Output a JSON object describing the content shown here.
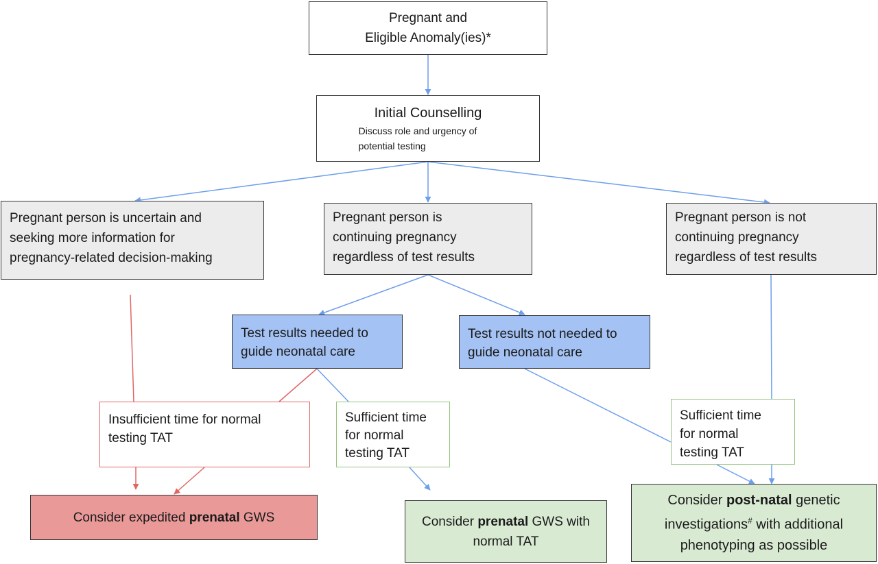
{
  "colors": {
    "blue_line": "#6d9eeb",
    "red_line": "#e06666",
    "grey_box": "#ececec",
    "blue_box": "#a4c2f4",
    "red_box": "#ea9999",
    "green_box": "#d9ead3",
    "green_border": "#93c47d"
  },
  "nodes": {
    "start": {
      "line1": "Pregnant and",
      "line2": "Eligible Anomaly(ies)*"
    },
    "counselling": {
      "title": "Initial Counselling",
      "sub1": "Discuss role and urgency of",
      "sub2": "potential testing"
    },
    "uncertain": {
      "line1": "Pregnant person is uncertain and",
      "line2": "seeking more information for",
      "line3": "pregnancy-related decision-making"
    },
    "continuing": {
      "line1": "Pregnant person is",
      "line2": "continuing pregnancy",
      "line3": "regardless of test results"
    },
    "not_continuing": {
      "line1": "Pregnant person is not",
      "line2": "continuing pregnancy",
      "line3": "regardless of test results"
    },
    "needed": {
      "line1": "Test results needed to",
      "line2": "guide neonatal care"
    },
    "not_needed": {
      "line1": "Test results not needed to",
      "line2": "guide neonatal care"
    },
    "insufficient": {
      "line1": "Insufficient time for normal",
      "line2": "testing TAT"
    },
    "sufficient_mid": {
      "line1": "Sufficient time",
      "line2": "for normal",
      "line3": "testing TAT"
    },
    "sufficient_right": {
      "line1": "Sufficient time",
      "line2": "for normal",
      "line3": "testing TAT"
    },
    "expedited": {
      "pre": "Consider expedited ",
      "bold": "prenatal",
      "post": " GWS"
    },
    "prenatal_normal": {
      "pre": "Consider ",
      "bold": "prenatal",
      "post": " GWS with",
      "line2": "normal TAT"
    },
    "postnatal": {
      "pre": "Consider ",
      "bold": "post-natal",
      "post": " genetic",
      "line2_pre": "investigations",
      "line2_sup": "#",
      "line2_post": " with additional",
      "line3": "phenotyping as possible"
    }
  }
}
